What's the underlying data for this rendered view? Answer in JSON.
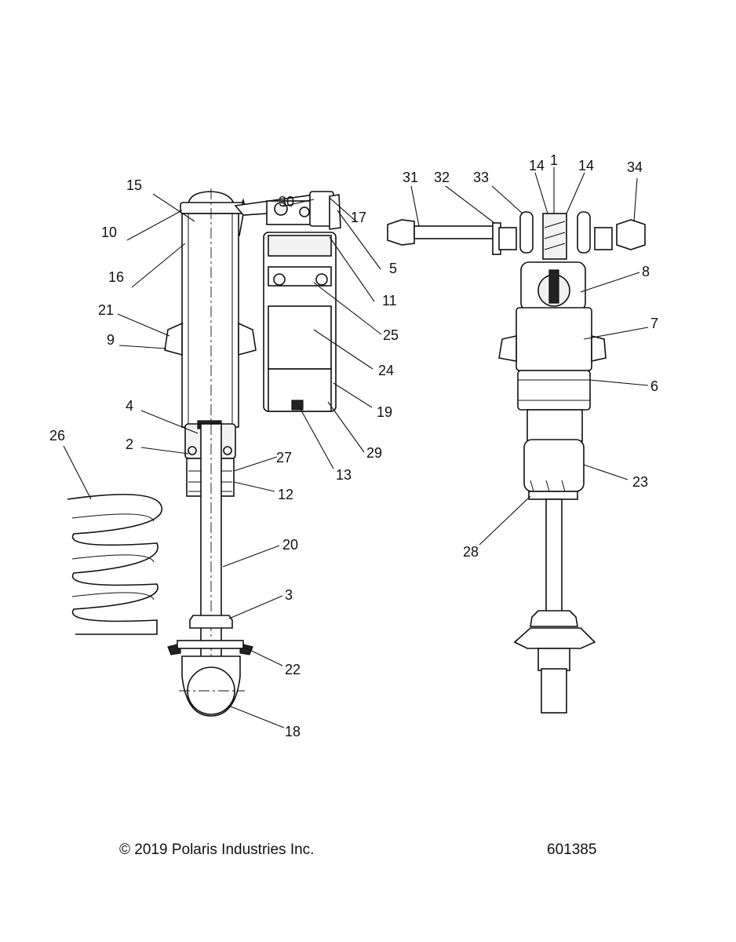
{
  "footer": {
    "copyright": "© 2019 Polaris Industries Inc.",
    "drawing_number": "601385"
  },
  "callouts": {
    "c1": "1",
    "c2": "2",
    "c3": "3",
    "c4": "4",
    "c5": "5",
    "c6": "6",
    "c7": "7",
    "c8": "8",
    "c9": "9",
    "c10": "10",
    "c11": "11",
    "c12": "12",
    "c13": "13",
    "c14a": "14",
    "c14b": "14",
    "c15": "15",
    "c16": "16",
    "c17": "17",
    "c18": "18",
    "c19": "19",
    "c20": "20",
    "c21": "21",
    "c22": "22",
    "c23": "23",
    "c24": "24",
    "c25": "25",
    "c26": "26",
    "c27": "27",
    "c28": "28",
    "c29": "29",
    "c30": "30",
    "c31": "31",
    "c32": "32",
    "c33": "33",
    "c34": "34"
  }
}
